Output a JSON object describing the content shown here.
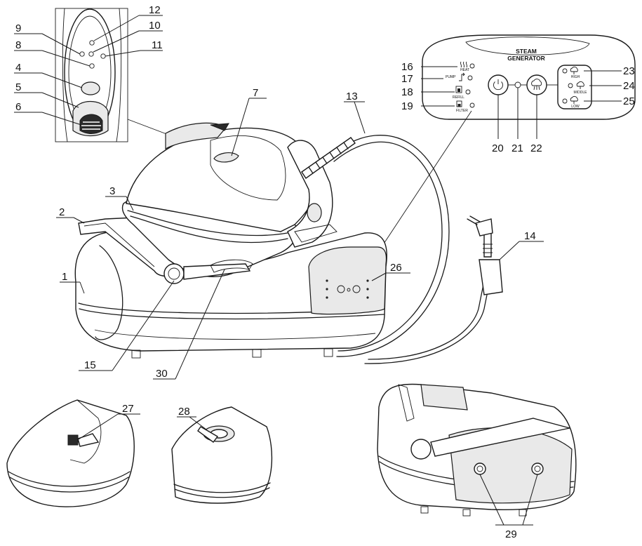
{
  "control_panel": {
    "title_line1": "STEAM",
    "title_line2": "GENERATOR",
    "indicators": {
      "heat": "HEAT",
      "pump": "PUMP",
      "refill": "REFILL",
      "filter": "FILTER"
    },
    "steam_levels": {
      "high": "HIGH",
      "middle": "MIDDLE",
      "low": "LOW"
    }
  },
  "callouts": [
    "1",
    "2",
    "3",
    "4",
    "5",
    "6",
    "7",
    "8",
    "9",
    "10",
    "11",
    "12",
    "13",
    "14",
    "15",
    "16",
    "17",
    "18",
    "19",
    "20",
    "21",
    "22",
    "23",
    "24",
    "25",
    "26",
    "27",
    "28",
    "29",
    "30"
  ],
  "icons": [
    "power-icon",
    "steam-icon",
    "heat-icon",
    "pump-icon",
    "refill-icon",
    "filter-icon"
  ]
}
